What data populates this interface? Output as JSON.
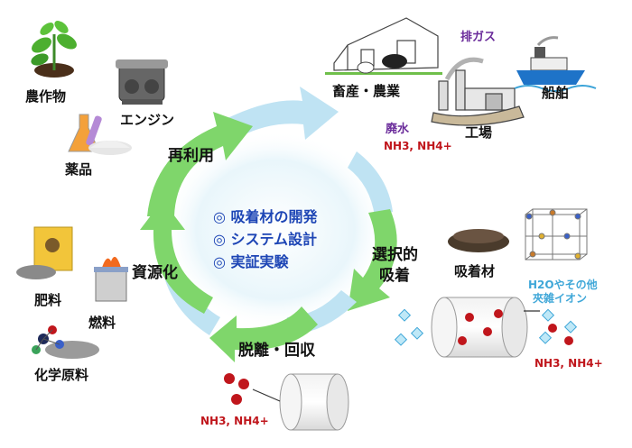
{
  "center_items": [
    "◎ 吸着材の開発",
    "◎ システム設計",
    "◎ 実証実験"
  ],
  "cycle_steps": {
    "adsorption": [
      "選択的",
      "吸着"
    ],
    "desorption": "脱離・回収",
    "resource": "資源化",
    "reuse": "再利用"
  },
  "sources": {
    "livestock": "畜産・農業",
    "ship": "船舶",
    "factory": "工場",
    "exhaust": "排ガス",
    "wastewater": "廃水",
    "nh_label": "NH3, NH4+"
  },
  "products": {
    "crops": "農作物",
    "engine": "エンジン",
    "chemicals": "薬品",
    "fertilizer": "肥料",
    "fuel": "燃料",
    "chem_raw": "化学原料"
  },
  "adsorbent": {
    "label": "吸着材",
    "others_line1": "H2Oやその他",
    "others_line2": "夾雑イオン",
    "nh_label": "NH3, NH4+"
  },
  "desorb_nh_label": "NH3, NH4+",
  "colors": {
    "arrow_green": "#7fd66b",
    "arrow_blue": "#bfe3f3",
    "red_dot": "#c0161c",
    "title_blue": "#1d45b5"
  }
}
